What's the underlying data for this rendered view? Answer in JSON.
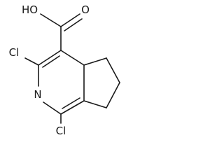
{
  "atom_labels": {
    "hydroxyl": "HO",
    "carbonyl_oxygen": "O",
    "chlorine_top": "Cl",
    "ring_nitrogen": "N",
    "chlorine_bottom": "Cl"
  }
}
